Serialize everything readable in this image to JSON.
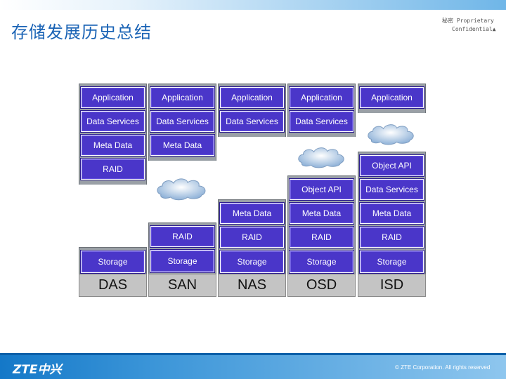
{
  "title": "存储发展历史总结",
  "confidential": {
    "line1": "秘密 Proprietary",
    "line2": "Confidential▲"
  },
  "footer": {
    "logo": "ZTE中兴",
    "copyright": "© ZTE Corporation. All rights reserved"
  },
  "colors": {
    "block": "#4a36c9",
    "column": "#9aa0a6",
    "base": "#c4c4c4",
    "title": "#1a63b5"
  },
  "columns": [
    {
      "label": "DAS",
      "layers": [
        "Application",
        "Data Services",
        "Meta Data",
        "RAID",
        "Storage"
      ]
    },
    {
      "label": "SAN",
      "layers": [
        "Application",
        "Data Services",
        "Meta Data",
        "RAID",
        "Storage"
      ]
    },
    {
      "label": "NAS",
      "layers": [
        "Application",
        "Data Services",
        "Meta Data",
        "RAID",
        "Storage"
      ]
    },
    {
      "label": "OSD",
      "layers": [
        "Application",
        "Data Services",
        "Object API",
        "Meta Data",
        "RAID",
        "Storage"
      ]
    },
    {
      "label": "ISD",
      "layers": [
        "Application",
        "Object API",
        "Data Services",
        "Meta Data",
        "RAID",
        "Storage"
      ]
    }
  ]
}
